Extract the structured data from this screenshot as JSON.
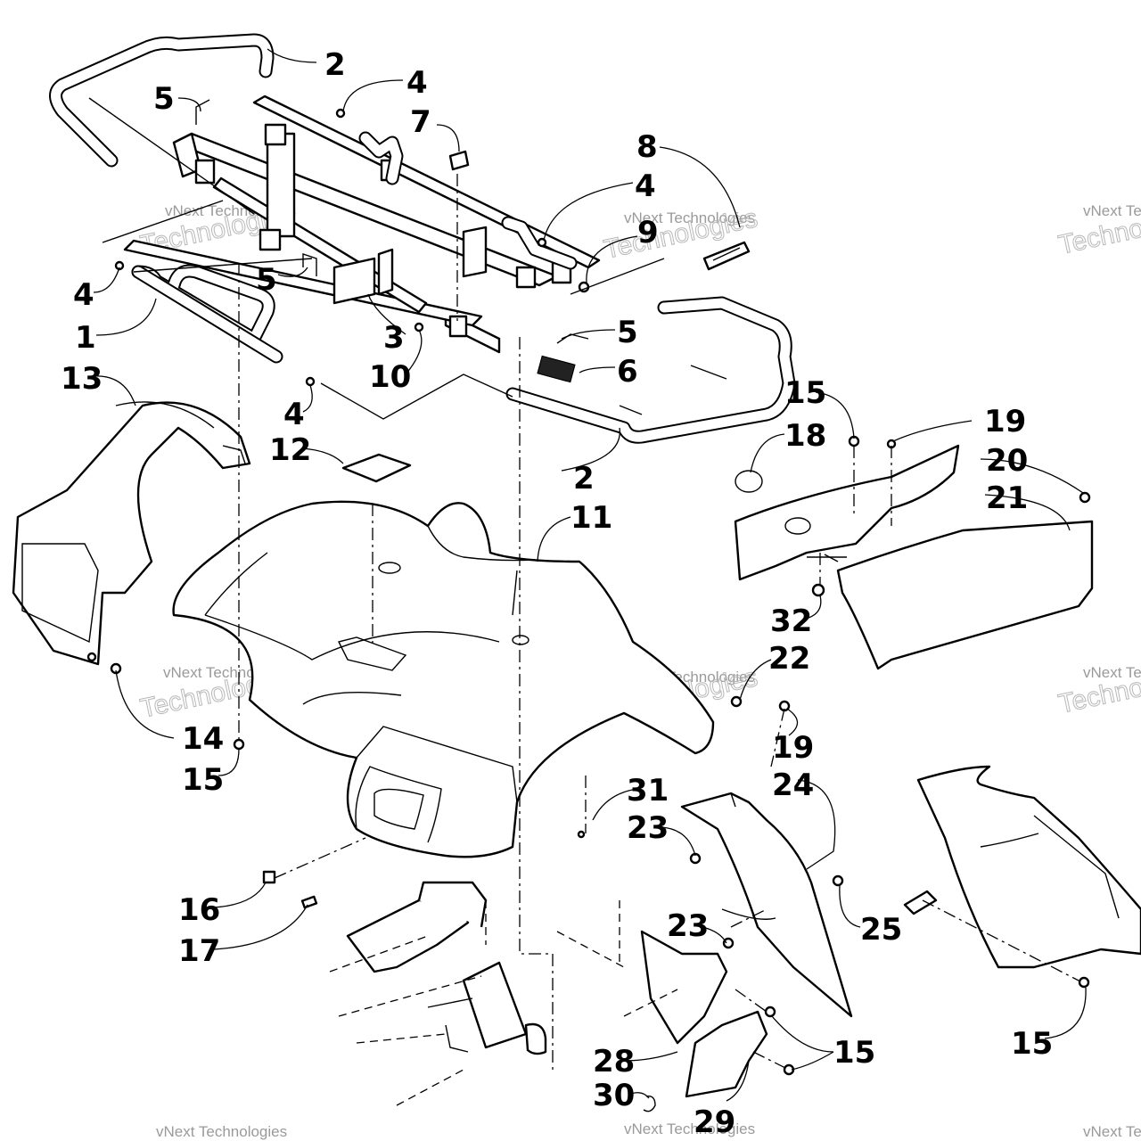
{
  "diagram": {
    "callouts": [
      {
        "id": "c2a",
        "text": "2"
      },
      {
        "id": "c4a",
        "text": "4"
      },
      {
        "id": "c5a",
        "text": "5"
      },
      {
        "id": "c7",
        "text": "7"
      },
      {
        "id": "c8",
        "text": "8"
      },
      {
        "id": "c4b",
        "text": "4"
      },
      {
        "id": "c9",
        "text": "9"
      },
      {
        "id": "c4c",
        "text": "4"
      },
      {
        "id": "c5b",
        "text": "5"
      },
      {
        "id": "c1",
        "text": "1"
      },
      {
        "id": "c3",
        "text": "3"
      },
      {
        "id": "c5c",
        "text": "5"
      },
      {
        "id": "c13",
        "text": "13"
      },
      {
        "id": "c10",
        "text": "10"
      },
      {
        "id": "c6",
        "text": "6"
      },
      {
        "id": "c4d",
        "text": "4"
      },
      {
        "id": "c15a",
        "text": "15"
      },
      {
        "id": "c19a",
        "text": "19"
      },
      {
        "id": "c18",
        "text": "18"
      },
      {
        "id": "c12",
        "text": "12"
      },
      {
        "id": "c2b",
        "text": "2"
      },
      {
        "id": "c20",
        "text": "20"
      },
      {
        "id": "c11",
        "text": "11"
      },
      {
        "id": "c21",
        "text": "21"
      },
      {
        "id": "c32",
        "text": "32"
      },
      {
        "id": "c22",
        "text": "22"
      },
      {
        "id": "c14",
        "text": "14"
      },
      {
        "id": "c15b",
        "text": "15"
      },
      {
        "id": "c19b",
        "text": "19"
      },
      {
        "id": "c24",
        "text": "24"
      },
      {
        "id": "c31",
        "text": "31"
      },
      {
        "id": "c23a",
        "text": "23"
      },
      {
        "id": "c16",
        "text": "16"
      },
      {
        "id": "c23b",
        "text": "23"
      },
      {
        "id": "c25",
        "text": "25"
      },
      {
        "id": "c17",
        "text": "17"
      },
      {
        "id": "c15c",
        "text": "15"
      },
      {
        "id": "c15d",
        "text": "15"
      },
      {
        "id": "c28",
        "text": "28"
      },
      {
        "id": "c30",
        "text": "30"
      },
      {
        "id": "c29",
        "text": "29"
      }
    ],
    "watermark": {
      "line1": "vNext Technologies",
      "line2": "Technologies"
    }
  }
}
